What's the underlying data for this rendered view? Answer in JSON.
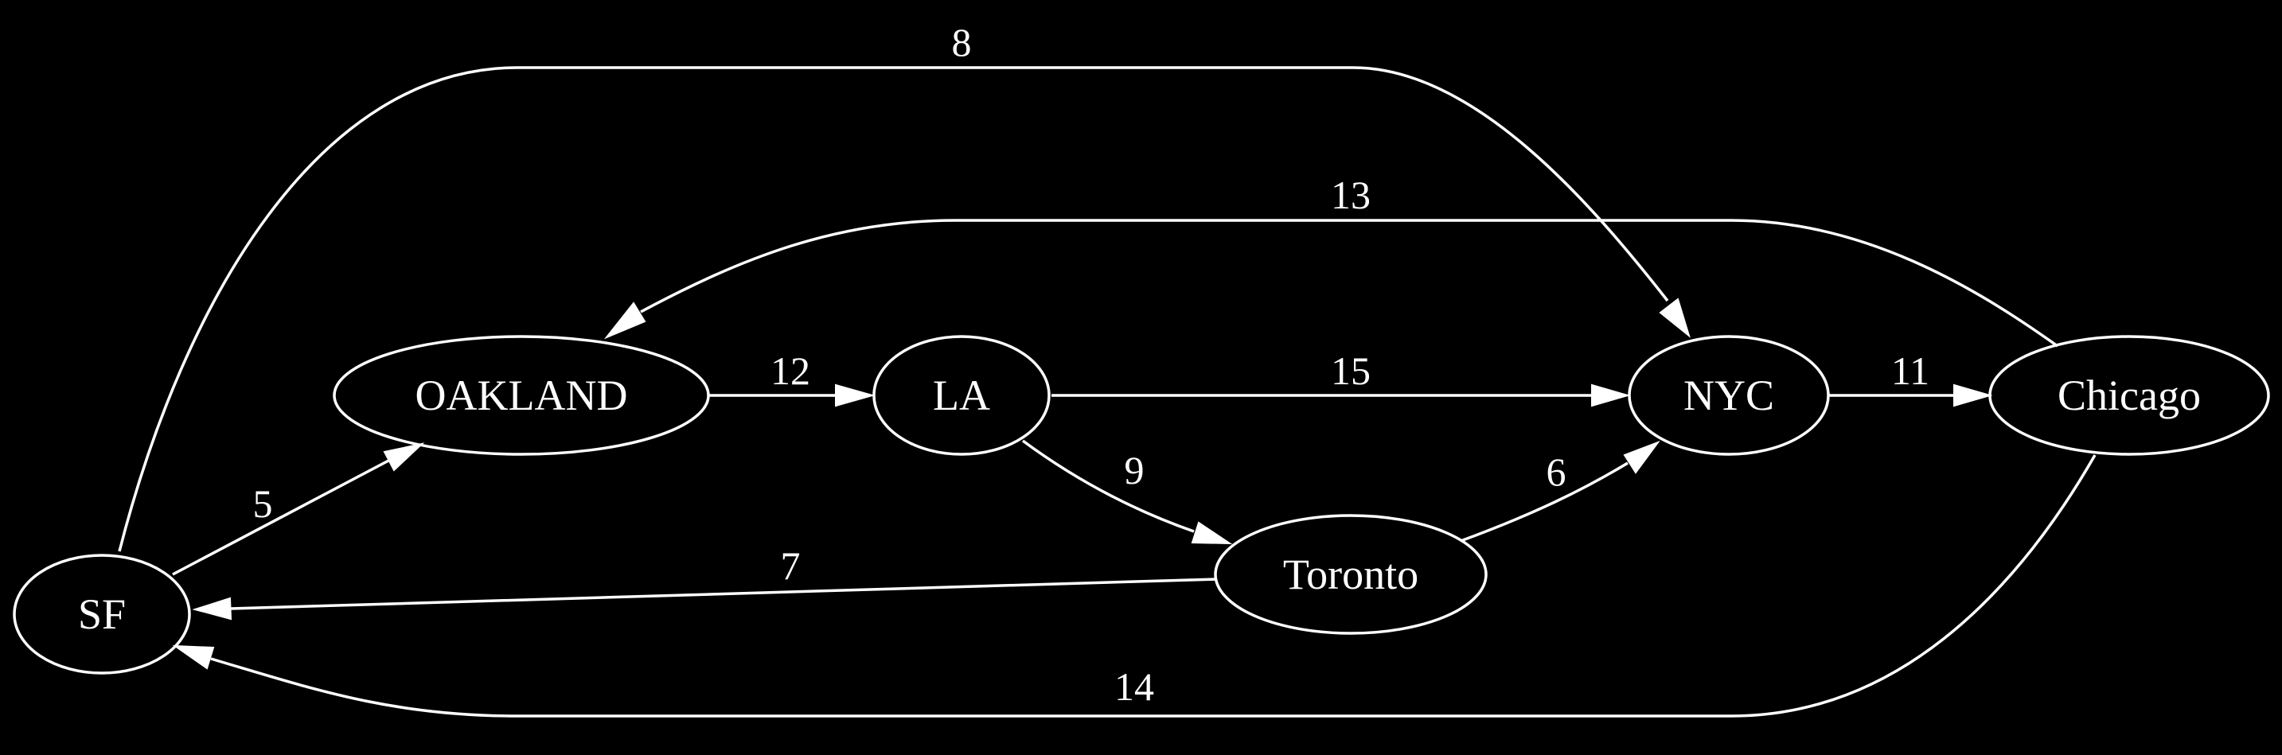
{
  "graph": {
    "type": "directed-graph",
    "colors": {
      "background": "#000000",
      "foreground": "#ffffff"
    },
    "nodes": [
      {
        "id": "SF",
        "label": "SF"
      },
      {
        "id": "OAKLAND",
        "label": "OAKLAND"
      },
      {
        "id": "LA",
        "label": "LA"
      },
      {
        "id": "NYC",
        "label": "NYC"
      },
      {
        "id": "Chicago",
        "label": "Chicago"
      },
      {
        "id": "Toronto",
        "label": "Toronto"
      }
    ],
    "edges": [
      {
        "id": "sf-oakland",
        "from": "SF",
        "to": "OAKLAND",
        "weight": "5"
      },
      {
        "id": "sf-nyc",
        "from": "SF",
        "to": "NYC",
        "weight": "8"
      },
      {
        "id": "oakland-la",
        "from": "OAKLAND",
        "to": "LA",
        "weight": "12"
      },
      {
        "id": "la-nyc",
        "from": "LA",
        "to": "NYC",
        "weight": "15"
      },
      {
        "id": "la-toronto",
        "from": "LA",
        "to": "Toronto",
        "weight": "9"
      },
      {
        "id": "toronto-nyc",
        "from": "Toronto",
        "to": "NYC",
        "weight": "6"
      },
      {
        "id": "toronto-sf",
        "from": "Toronto",
        "to": "SF",
        "weight": "7"
      },
      {
        "id": "nyc-chicago",
        "from": "NYC",
        "to": "Chicago",
        "weight": "11"
      },
      {
        "id": "chicago-oakland",
        "from": "Chicago",
        "to": "OAKLAND",
        "weight": "13"
      },
      {
        "id": "chicago-sf",
        "from": "Chicago",
        "to": "SF",
        "weight": "14"
      }
    ]
  }
}
